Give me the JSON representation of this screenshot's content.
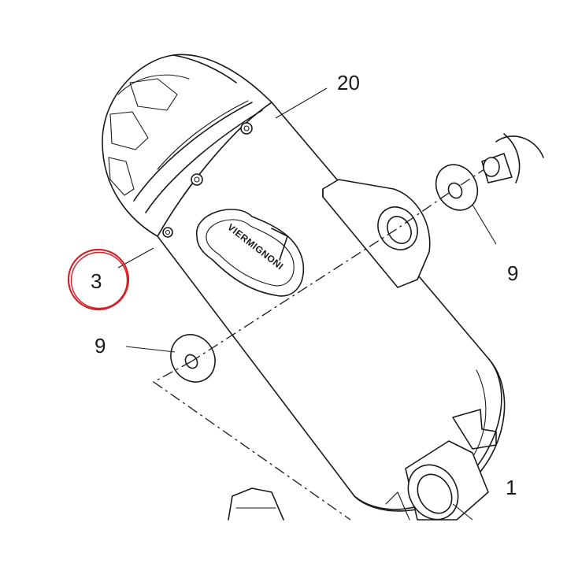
{
  "diagram": {
    "brand_text": "VIERMIGNONI",
    "highlight_color": "#d0202a",
    "line_color": "#1a1a1a",
    "callouts": {
      "part_20": "20",
      "part_3": "3",
      "part_9_left": "9",
      "part_9_right": "9",
      "part_1": "1"
    }
  }
}
